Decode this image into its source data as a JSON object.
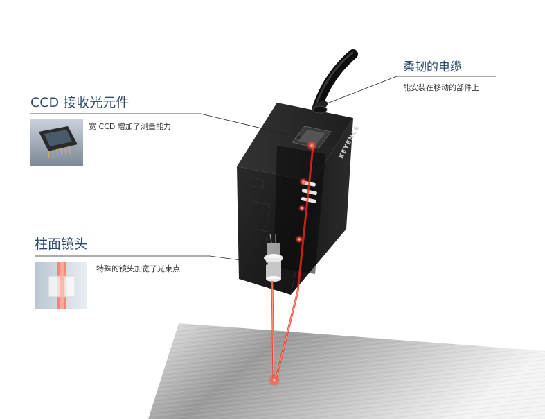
{
  "callouts": {
    "cable": {
      "title": "柔韧的电缆",
      "desc": "能安装在移动的部件上"
    },
    "ccd": {
      "title": "CCD 接收光元件",
      "desc": "宽 CCD 增加了测量能力"
    },
    "lens": {
      "title": "柱面镜头",
      "desc": "特殊的镜头加宽了光束点"
    }
  },
  "sensor": {
    "brand": "KEYENCE"
  },
  "colors": {
    "title": "#2b4a6e",
    "laser": "#ff2a1a",
    "body": "#1c1c1c"
  }
}
